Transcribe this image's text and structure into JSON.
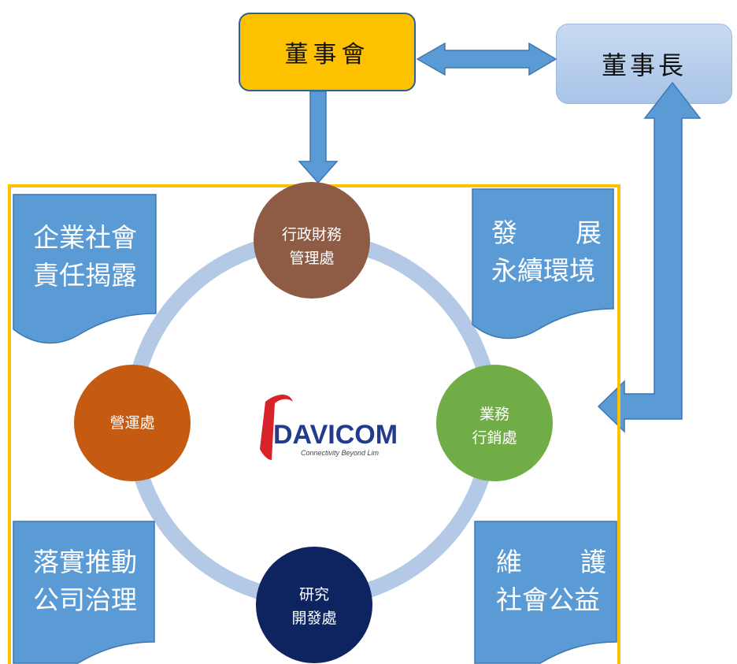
{
  "top": {
    "board": "董事會",
    "chairman": "董事長"
  },
  "circles": {
    "top": [
      "行政財務",
      "管理處"
    ],
    "left": [
      "營運處"
    ],
    "right": [
      "業務",
      "行銷處"
    ],
    "bottom": [
      "研究",
      "開發處"
    ]
  },
  "docs": {
    "top_left": [
      "企業社會",
      "責任揭露"
    ],
    "top_right": [
      "發",
      "展",
      "永續環境"
    ],
    "bottom_left": [
      "落實推動",
      "公司治理"
    ],
    "bottom_right": [
      "維",
      "護",
      "社會公益"
    ]
  },
  "logo": {
    "name": "DAVICOM",
    "tagline": "Connectivity Beyond Lim"
  },
  "colors": {
    "board_fill": "#fdc100",
    "frame": "#fdc100",
    "arrow": "#5b9bd5",
    "ring": "#b4c9e6",
    "circle_top": "#8e5c45",
    "circle_left": "#c55a11",
    "circle_right": "#70ad47",
    "circle_bottom": "#0d2461",
    "doc": "#5b9bd5"
  }
}
